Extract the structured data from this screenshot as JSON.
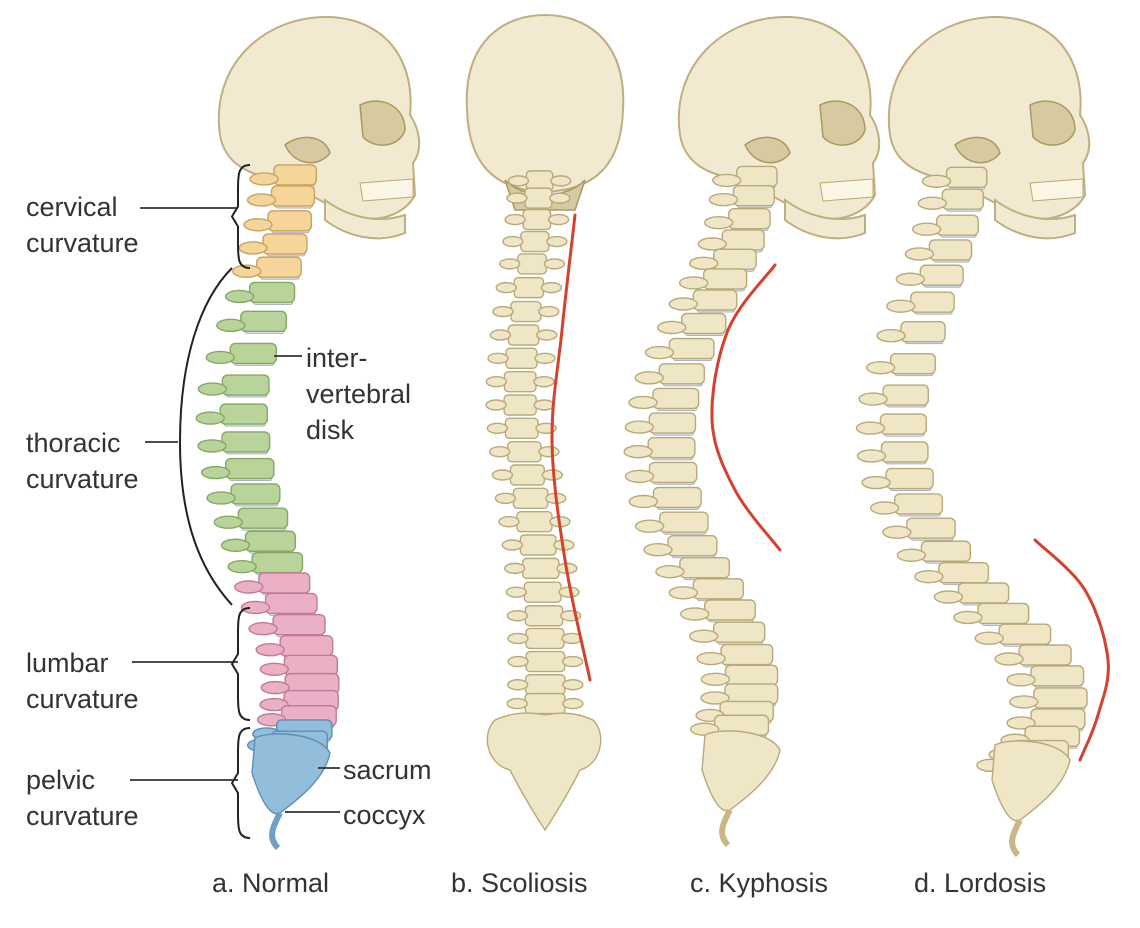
{
  "labels": {
    "cervical": [
      "cervical",
      "curvature"
    ],
    "thoracic": [
      "thoracic",
      "curvature"
    ],
    "lumbar": [
      "lumbar",
      "curvature"
    ],
    "pelvic": [
      "pelvic",
      "curvature"
    ],
    "intervertebral": [
      "inter-",
      "vertebral",
      "disk"
    ],
    "sacrum": "sacrum",
    "coccyx": "coccyx"
  },
  "captions": {
    "a": "a. Normal",
    "b": "b. Scoliosis",
    "c": "c. Kyphosis",
    "d": "d. Lordosis"
  },
  "colors": {
    "cervical": "#f6d59a",
    "thoracic": "#b9d49a",
    "lumbar": "#eab0c6",
    "pelvic": "#92bedc",
    "bone": "#efe6c6",
    "curve_highlight": "#d4422e"
  }
}
